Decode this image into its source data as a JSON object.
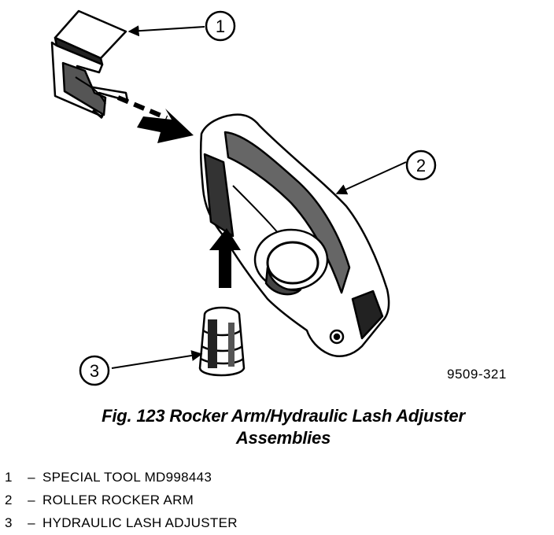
{
  "figure": {
    "callouts": [
      "1",
      "2",
      "3"
    ],
    "code": "9509-321"
  },
  "caption": {
    "line1": "Fig. 123 Rocker Arm/Hydraulic Lash Adjuster",
    "line2": "Assemblies"
  },
  "legend": [
    {
      "num": "1",
      "dash": "–",
      "text": "SPECIAL TOOL MD998443"
    },
    {
      "num": "2",
      "dash": "–",
      "text": "ROLLER ROCKER ARM"
    },
    {
      "num": "3",
      "dash": "–",
      "text": "HYDRAULIC LASH ADJUSTER"
    }
  ]
}
